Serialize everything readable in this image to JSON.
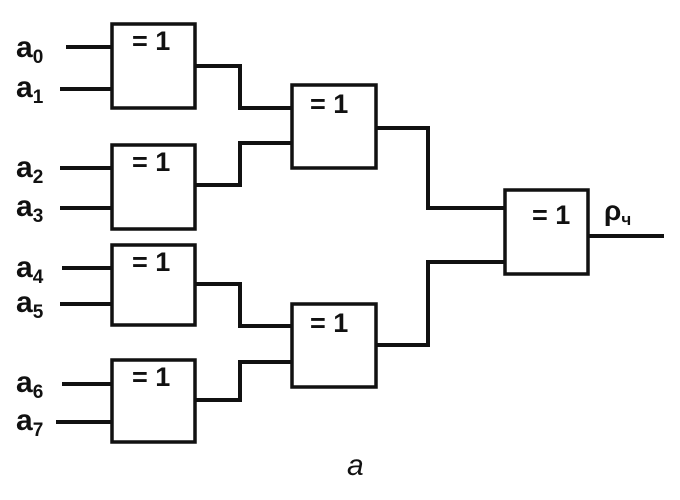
{
  "diagram": {
    "gate_label": "= 1",
    "inputs": [
      {
        "base": "a",
        "sub": "0"
      },
      {
        "base": "a",
        "sub": "1"
      },
      {
        "base": "a",
        "sub": "2"
      },
      {
        "base": "a",
        "sub": "3"
      },
      {
        "base": "a",
        "sub": "4"
      },
      {
        "base": "a",
        "sub": "5"
      },
      {
        "base": "a",
        "sub": "6"
      },
      {
        "base": "a",
        "sub": "7"
      }
    ],
    "output": {
      "base": "ρ",
      "sub": "ч"
    },
    "caption": "a"
  }
}
